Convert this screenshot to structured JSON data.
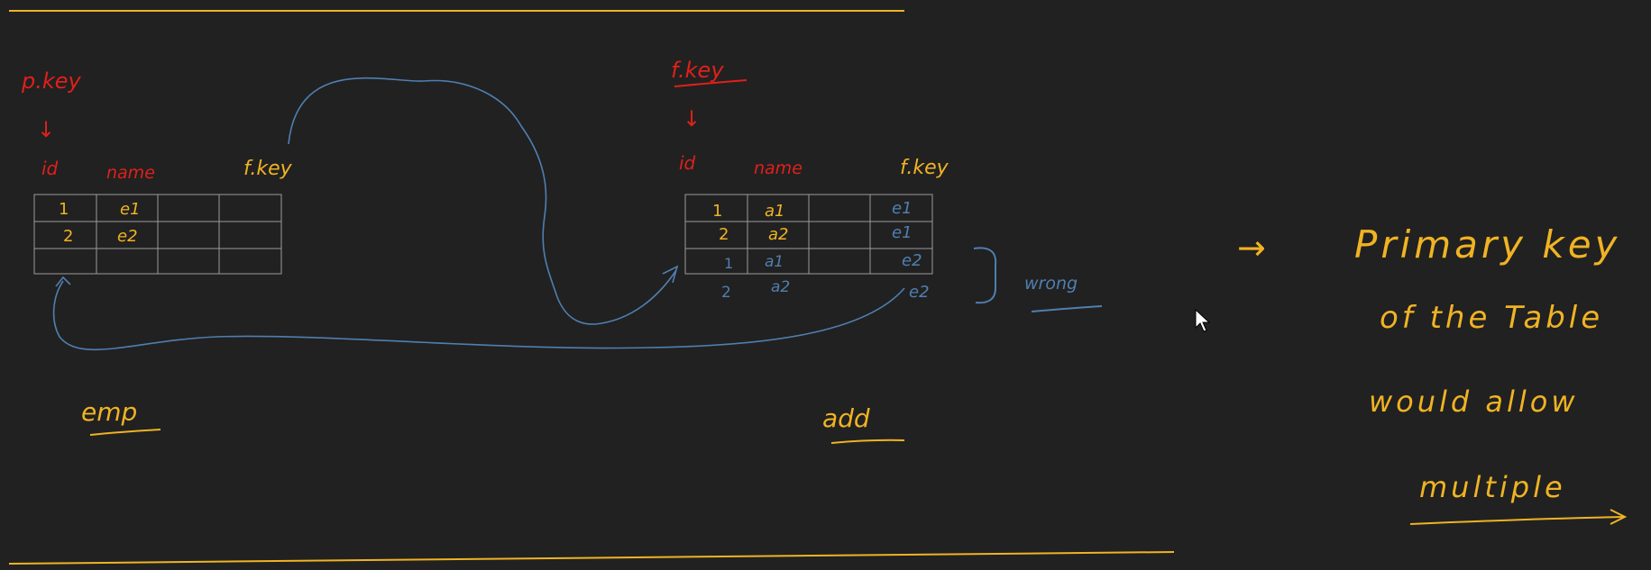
{
  "colors": {
    "background": "#212121",
    "pen_yellow": "#f0b323",
    "pen_red": "#e0201a",
    "pen_blue": "#4f7fb0",
    "grid_gray": "#9a9a9a"
  },
  "left_table": {
    "primary_key_label": "p.key",
    "arrow": "↓",
    "headers": [
      "id",
      "name",
      "",
      "f.key"
    ],
    "rows": [
      [
        "1",
        "e1",
        "",
        ""
      ],
      [
        "2",
        "e2",
        "",
        ""
      ],
      [
        "",
        "",
        "",
        ""
      ]
    ],
    "caption": "emp"
  },
  "right_table": {
    "foreign_key_label": "f.key",
    "arrow": "↓",
    "headers": [
      "id",
      "name",
      "",
      "f.key"
    ],
    "rows": [
      [
        "1",
        "a1",
        "",
        "e1"
      ],
      [
        "2",
        "a2",
        "",
        "e1"
      ],
      [
        "1",
        "a1",
        "",
        "e2"
      ]
    ],
    "extra_row": [
      "2",
      "a2",
      "",
      "e2"
    ],
    "caption": "add",
    "wrong_label": "wrong"
  },
  "notes": {
    "arrow": "→",
    "lines": [
      "Primary key",
      "of the Table",
      "would allow",
      "multiple"
    ]
  },
  "cursor": "pointer-cursor-icon"
}
